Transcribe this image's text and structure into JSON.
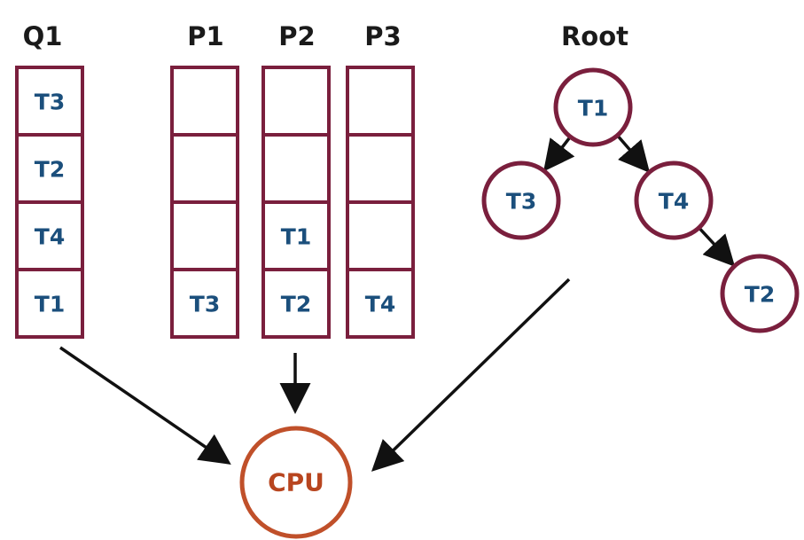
{
  "queues": [
    {
      "label": "Q1",
      "cells": [
        "T3",
        "T2",
        "T4",
        "T1"
      ]
    },
    {
      "label": "P1",
      "cells": [
        "",
        "",
        "",
        "T3"
      ]
    },
    {
      "label": "P2",
      "cells": [
        "",
        "",
        "T1",
        "T2"
      ]
    },
    {
      "label": "P3",
      "cells": [
        "",
        "",
        "",
        "T4"
      ]
    }
  ],
  "tree": {
    "label": "Root",
    "nodes": [
      {
        "id": "n1",
        "text": "T1"
      },
      {
        "id": "n2",
        "text": "T3"
      },
      {
        "id": "n3",
        "text": "T4"
      },
      {
        "id": "n4",
        "text": "T2"
      }
    ],
    "edges": [
      [
        "n1",
        "n2"
      ],
      [
        "n1",
        "n3"
      ],
      [
        "n3",
        "n4"
      ]
    ]
  },
  "cpu": {
    "label": "CPU"
  },
  "colors": {
    "queue_border": "#7a1f3d",
    "task_text": "#1b4f7c",
    "cpu": "#c0502a",
    "heading": "#1a1a1a",
    "arrow": "#111111"
  }
}
